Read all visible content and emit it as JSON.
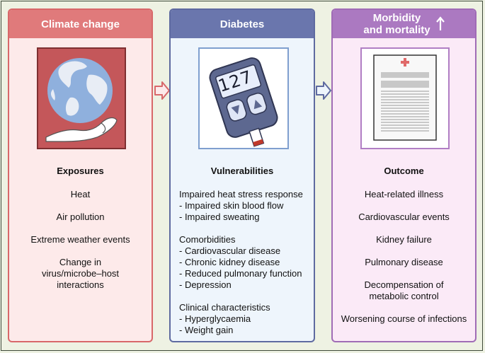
{
  "panels": {
    "climate": {
      "header": "Climate change",
      "section_title": "Exposures",
      "items": [
        "Heat",
        "Air pollution",
        "Extreme weather events",
        "Change in virus/microbe–host interactions"
      ]
    },
    "diabetes": {
      "header": "Diabetes",
      "glucometer_reading": "127",
      "section_title": "Vulnerabilities",
      "lines": [
        "Impaired heat stress response",
        "- Impaired skin blood flow",
        "- Impaired sweating",
        "Comorbidities",
        "- Cardiovascular disease",
        "- Chronic kidney disease",
        "- Reduced pulmonary function",
        "- Depression",
        "Clinical characteristics",
        "- Hyperglycaemia",
        "- Weight gain"
      ]
    },
    "outcome": {
      "header_line1": "Morbidity",
      "header_line2": "and mortality",
      "header_icon": "up-arrow-icon",
      "section_title": "Outcome",
      "items": [
        "Heat-related illness",
        "Cardiovascular events",
        "Kidney failure",
        "Pulmonary disease",
        "Decompensation of metabolic control",
        "Worsening course of infections"
      ]
    }
  },
  "icons": [
    "globe-in-hand-icon",
    "glucometer-icon",
    "medical-report-icon",
    "right-arrow-icon"
  ],
  "colors": {
    "climate_accent": "#e07a7b",
    "diabetes_accent": "#6a76ad",
    "outcome_accent": "#ab79c1"
  }
}
